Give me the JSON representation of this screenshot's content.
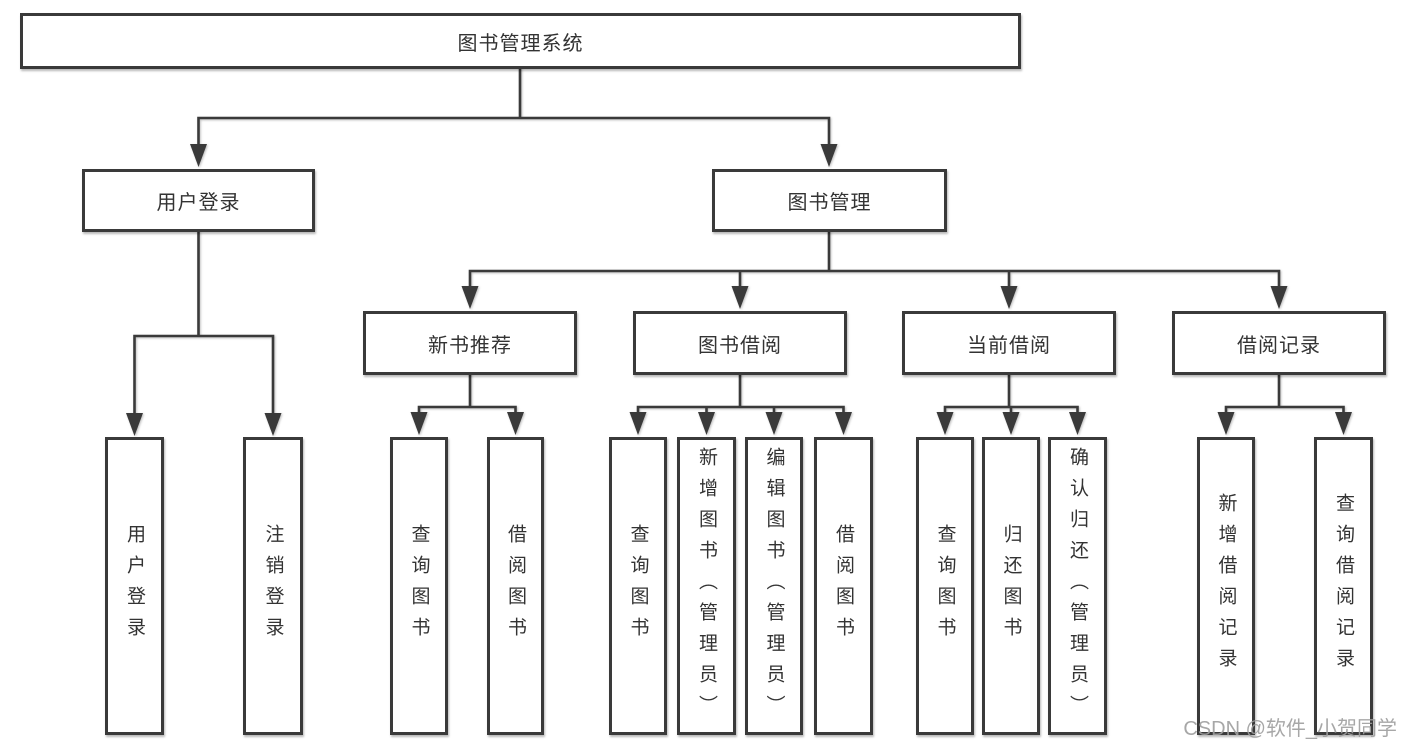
{
  "diagram": {
    "root": {
      "label": "图书管理系统",
      "children": [
        {
          "label": "用户登录",
          "children": [
            {
              "label": "用户登录"
            },
            {
              "label": "注销登录"
            }
          ]
        },
        {
          "label": "图书管理",
          "children": [
            {
              "label": "新书推荐",
              "children": [
                {
                  "label": "查询图书"
                },
                {
                  "label": "借阅图书"
                }
              ]
            },
            {
              "label": "图书借阅",
              "children": [
                {
                  "label": "查询图书"
                },
                {
                  "label": "新增图书（管理员）"
                },
                {
                  "label": "编辑图书（管理员）"
                },
                {
                  "label": "借阅图书"
                }
              ]
            },
            {
              "label": "当前借阅",
              "children": [
                {
                  "label": "查询图书"
                },
                {
                  "label": "归还图书"
                },
                {
                  "label": "确认归还（管理员）"
                }
              ]
            },
            {
              "label": "借阅记录",
              "children": [
                {
                  "label": "新增借阅记录"
                },
                {
                  "label": "查询借阅记录"
                }
              ]
            }
          ]
        }
      ]
    }
  },
  "watermark": {
    "text": "CSDN @软件_小贺同学"
  },
  "colors": {
    "line": "#3a3a3a",
    "text": "#333333",
    "background": "#ffffff",
    "watermark": "#9e9e9e"
  }
}
